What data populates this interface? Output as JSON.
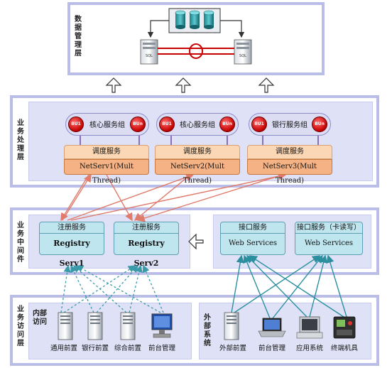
{
  "layers": {
    "data": {
      "label": "数据管理层"
    },
    "business": {
      "label": "业务处理层"
    },
    "middleware": {
      "label": "业务中间件"
    },
    "access": {
      "label": "业务访问层"
    }
  },
  "service_groups": [
    {
      "label": "核心服务组",
      "bu_left": "BU1",
      "bu_right": "BUn",
      "sched": "调度服务",
      "netserv": "NetServ1(Mult Thread)"
    },
    {
      "label": "核心服务组",
      "bu_left": "BU1",
      "bu_right": "BUn",
      "sched": "调度服务",
      "netserv": "NetServ2(Mult Thread)"
    },
    {
      "label": "银行服务组",
      "bu_left": "BU1",
      "bu_right": "BUn",
      "sched": "调度服务",
      "netserv": "NetServ3(Mult Thread)"
    }
  ],
  "registry": [
    {
      "head": "注册服务",
      "body": "Registry Serv1"
    },
    {
      "head": "注册服务",
      "body": "Registry Serv2"
    }
  ],
  "web_services": [
    {
      "head": "接口服务",
      "body": "Web Services"
    },
    {
      "head": "接口服务（卡读写）",
      "body": "Web Services"
    }
  ],
  "internal": {
    "label": "内部访问",
    "devices": [
      {
        "label": "通用前置",
        "icon": "server-tower-icon"
      },
      {
        "label": "银行前置",
        "icon": "server-tower-icon"
      },
      {
        "label": "综合前置",
        "icon": "server-tower-icon"
      },
      {
        "label": "前台管理",
        "icon": "desktop-monitor-icon"
      }
    ]
  },
  "external": {
    "label": "外部系统",
    "devices": [
      {
        "label": "外部前置",
        "icon": "server-tower-icon"
      },
      {
        "label": "前台管理",
        "icon": "laptop-icon"
      },
      {
        "label": "应用系统",
        "icon": "workstation-icon"
      },
      {
        "label": "终端机具",
        "icon": "card-terminal-icon"
      }
    ]
  },
  "colors": {
    "frame": "#b9bde8",
    "panel": "#dfe2f6",
    "red_arrow": "#e07a6a",
    "teal_arrow": "#2b8fa0",
    "dashed_arrow": "#2b8fa0"
  }
}
